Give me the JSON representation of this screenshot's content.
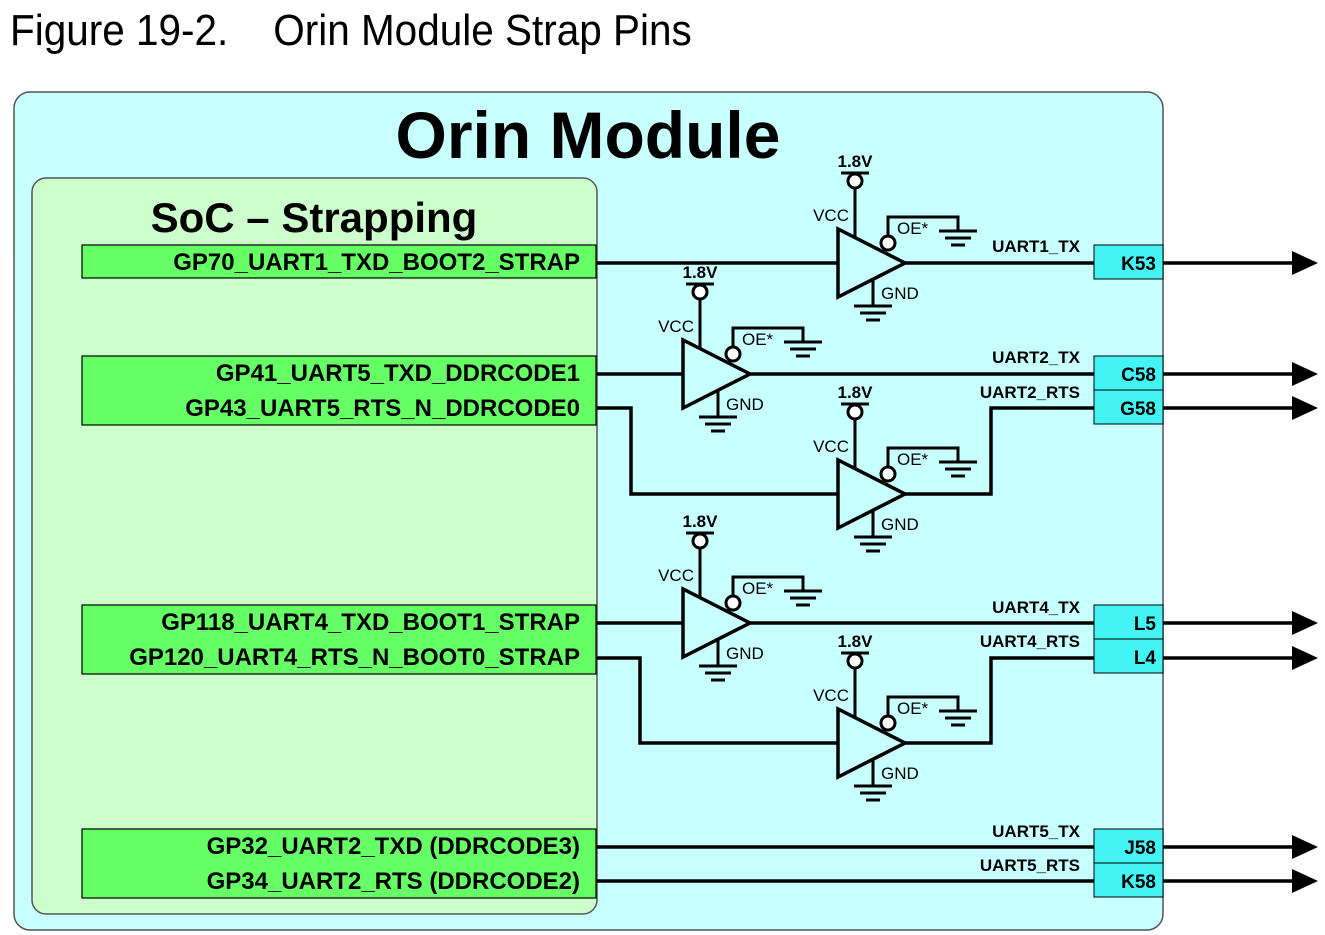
{
  "figure": {
    "title": "Figure 19-2.    Orin Module Strap Pins"
  },
  "module": {
    "title": "Orin Module",
    "background_color": "#c8ffff"
  },
  "soc": {
    "title": "SoC – Strapping",
    "background_color": "#ccffcc",
    "signal_box_color": "#66ff66"
  },
  "signal_groups": [
    {
      "signals": [
        "GP70_UART1_TXD_BOOT2_STRAP"
      ]
    },
    {
      "signals": [
        "GP41_UART5_TXD_DDRCODE1",
        "GP43_UART5_RTS_N_DDRCODE0"
      ]
    },
    {
      "signals": [
        "GP118_UART4_TXD_BOOT1_STRAP",
        "GP120_UART4_RTS_N_BOOT0_STRAP"
      ]
    },
    {
      "signals": [
        "GP32_UART2_TXD (DDRCODE3)",
        "GP34_UART2_RTS (DDRCODE2)"
      ]
    }
  ],
  "buffers": [
    {
      "supply": "1.8V",
      "vcc": "VCC",
      "oe": "OE*",
      "gnd": "GND"
    },
    {
      "supply": "1.8V",
      "vcc": "VCC",
      "oe": "OE*",
      "gnd": "GND"
    },
    {
      "supply": "1.8V",
      "vcc": "VCC",
      "oe": "OE*",
      "gnd": "GND"
    },
    {
      "supply": "1.8V",
      "vcc": "VCC",
      "oe": "OE*",
      "gnd": "GND"
    },
    {
      "supply": "1.8V",
      "vcc": "VCC",
      "oe": "OE*",
      "gnd": "GND"
    }
  ],
  "connections": [
    {
      "net": "UART1_TX",
      "pin": "K53"
    },
    {
      "net": "UART2_TX",
      "pin": "C58"
    },
    {
      "net": "UART2_RTS",
      "pin": "G58"
    },
    {
      "net": "UART4_TX",
      "pin": "L5"
    },
    {
      "net": "UART4_RTS",
      "pin": "L4"
    },
    {
      "net": "UART5_TX",
      "pin": "J58"
    },
    {
      "net": "UART5_RTS",
      "pin": "K58"
    }
  ],
  "pin_box_color": "#44f4f4"
}
